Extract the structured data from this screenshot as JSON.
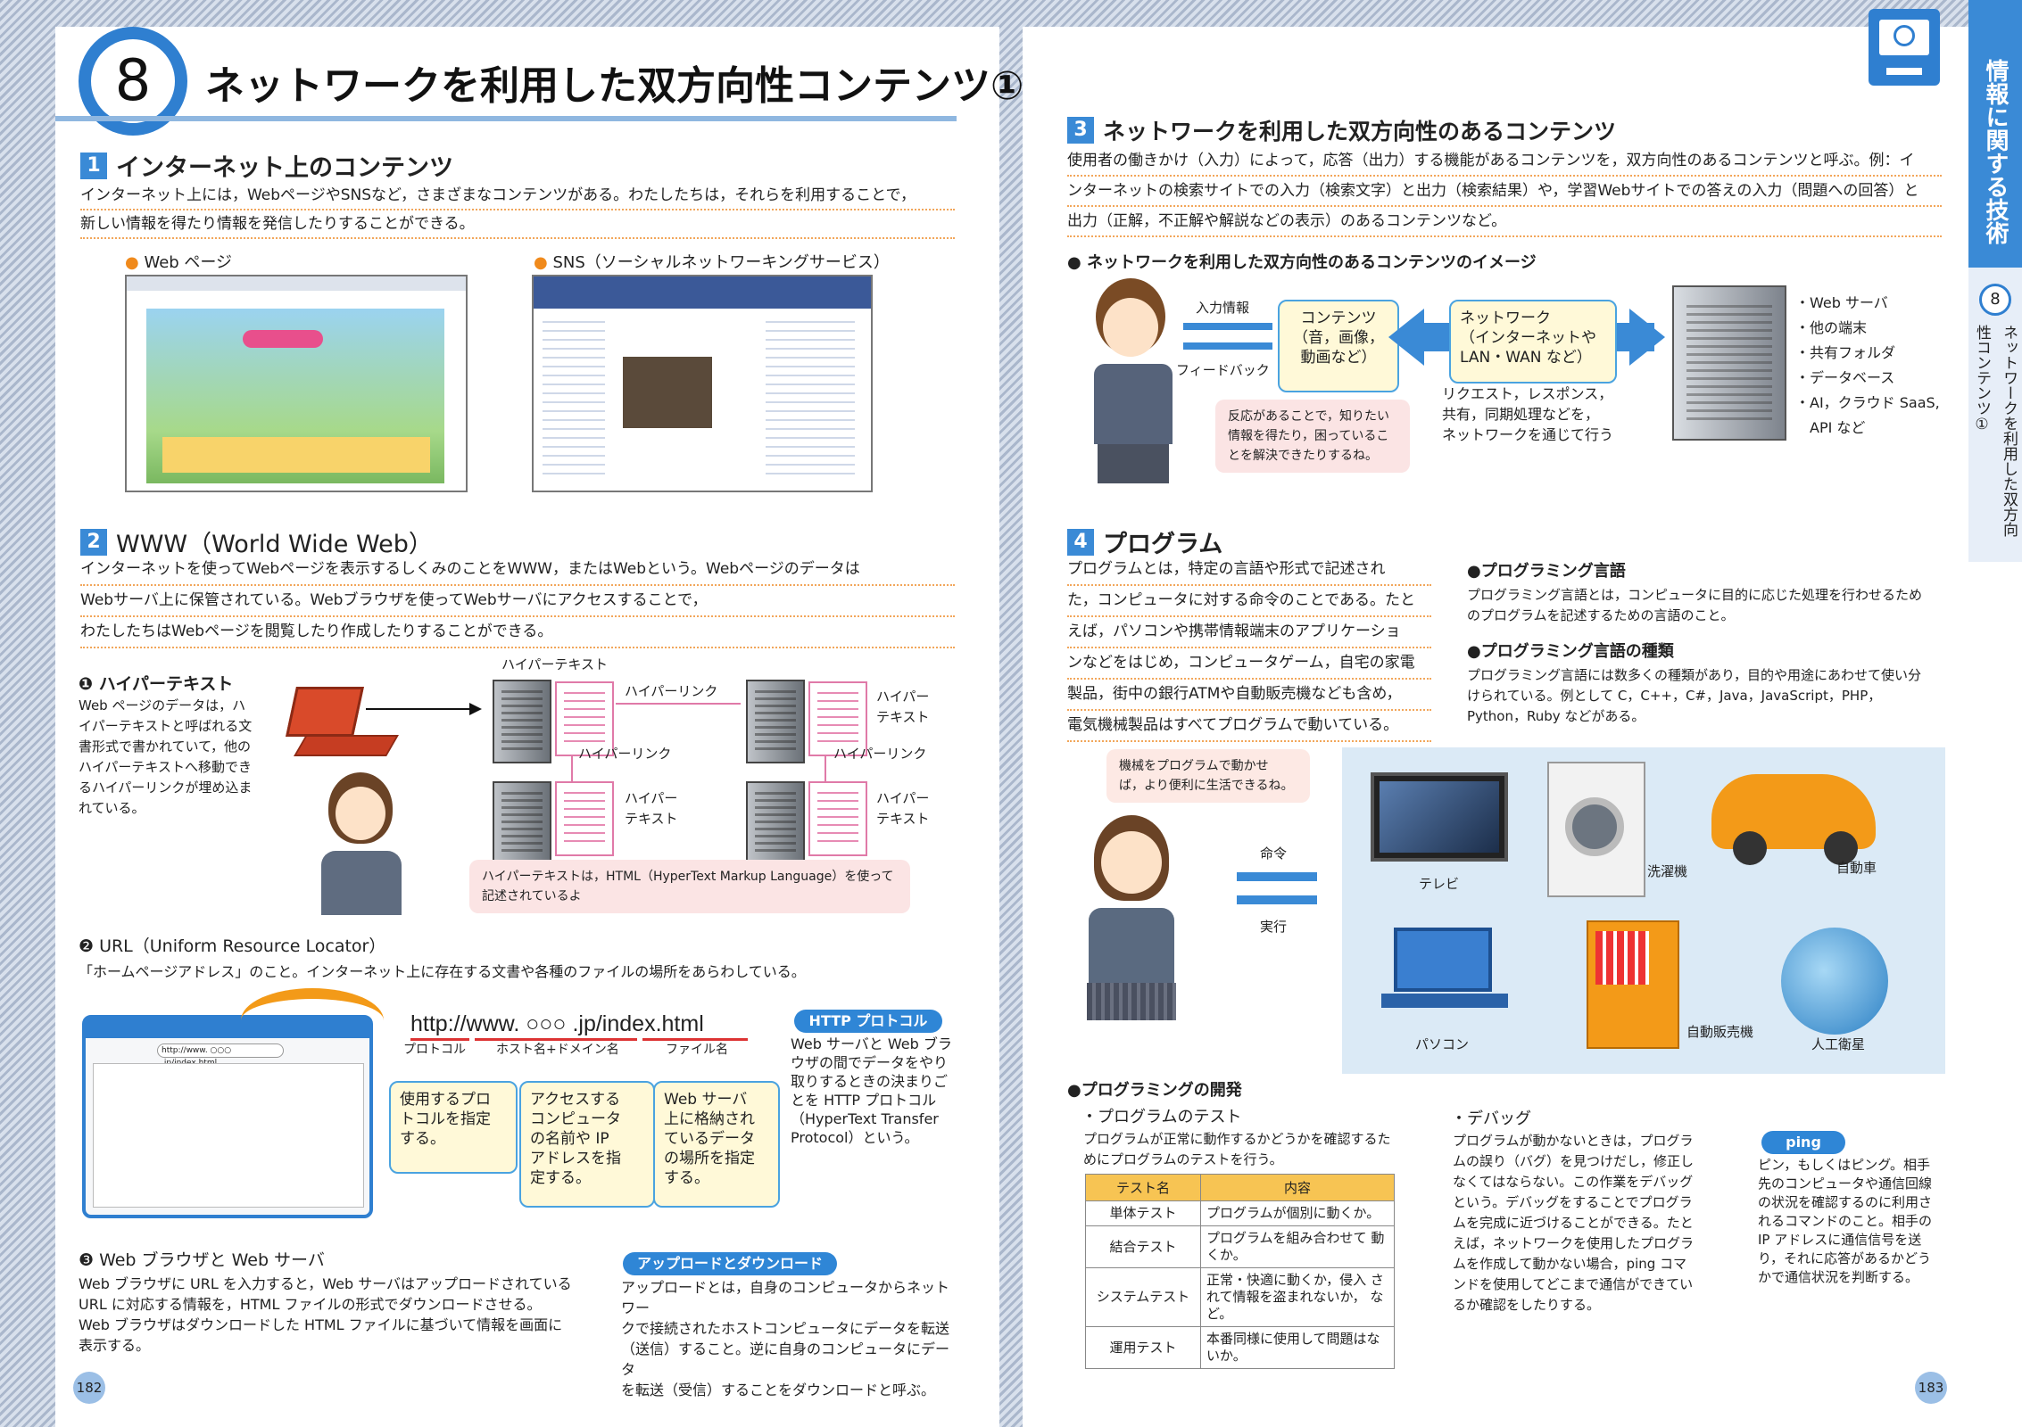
{
  "header": {
    "chapter_number": "8",
    "title": "ネットワークを利用した双方向性コンテンツ①"
  },
  "side_tab": {
    "category": "情報に関する技術",
    "chapter_number": "8",
    "chapter_title": "ネットワークを利用した双方向性コンテンツ①"
  },
  "section1": {
    "number": "1",
    "title": "インターネット上のコンテンツ",
    "lines": [
      "インターネット上には，WebページやSNSなど，さまざまなコンテンツがある。わたしたちは，それらを利用することで，",
      "新しい情報を得たり情報を発信したりすることができる。"
    ],
    "web_label": "Web ページ",
    "sns_label": "SNS（ソーシャルネットワーキングサービス）"
  },
  "section2": {
    "number": "2",
    "title": "WWW（World Wide Web）",
    "lines": [
      "インターネットを使ってWebページを表示するしくみのことをWWW，またはWebという。Webページのデータは",
      "Webサーバ上に保管されている。Webブラウザを使ってWebサーバにアクセスすることで，",
      "わたしたちはWebページを閲覧したり作成したりすることができる。"
    ],
    "hypertext": {
      "heading": "❶ ハイパーテキスト",
      "body_lines": [
        "Web ページのデータは，ハ",
        "イパーテキストと呼ばれる文",
        "書形式で書かれていて，他の",
        "ハイパーテキストへ移動でき",
        "るハイパーリンクが埋め込ま",
        "れている。"
      ],
      "label_hypertext_top": "ハイパーテキスト",
      "label_hyperlink_1": "ハイパーリンク",
      "label_hyperlink_2": "ハイパーリンク",
      "label_hyperlink_3": "ハイパーリンク",
      "label_ht_right_1": "ハイパー",
      "label_ht_right_2": "テキスト",
      "label_ht_mid_1": "ハイパー",
      "label_ht_mid_2": "テキスト",
      "label_ht_br_1": "ハイパー",
      "label_ht_br_2": "テキスト",
      "callout_1": "ハイパーテキストは，HTML（HyperText Markup Language）を使って",
      "callout_2": "記述されているよ"
    },
    "url": {
      "heading": "❷ URL（Uniform Resource Locator）",
      "desc": "「ホームページアドレス」のこと。インターネット上に存在する文書や各種のファイルの場所をあらわしている。",
      "browser_address": "http://www. ○○○ .jp/index.html",
      "url_text": "http://www. ○○○ .jp/index.html",
      "part_protocol": "プロトコル",
      "part_host": "ホスト名+ドメイン名",
      "part_file": "ファイル名",
      "box_protocol": [
        "使用するプロ",
        "トコルを指定",
        "する。"
      ],
      "box_host": [
        "アクセスする",
        "コンピュータ",
        "の名前や IP",
        "アドレスを指",
        "定する。"
      ],
      "box_file": [
        "Web サーバ",
        "上に格納され",
        "ているデータ",
        "の場所を指定",
        "する。"
      ],
      "http_pill": "HTTP プロトコル",
      "http_lines": [
        "Web サーバと Web ブラ",
        "ウザの間でデータをやり",
        "取りするときの決まりご",
        "とを HTTP プロトコル",
        "（HyperText Transfer",
        "Protocol）という。"
      ]
    },
    "browser_server": {
      "heading": "❸ Web ブラウザと Web サーバ",
      "lines": [
        "Web ブラウザに URL を入力すると，Web サーバはアップロードされている",
        "URL に対応する情報を，HTML ファイルの形式でダウンロードさせる。",
        "Web ブラウザはダウンロードした HTML ファイルに基づいて情報を画面に",
        "表示する。"
      ],
      "pill": "アップロードとダウンロード",
      "pill_lines": [
        "アップロードとは，自身のコンピュータからネットワー",
        "クで接続されたホストコンピュータにデータを転送",
        "（送信）すること。逆に自身のコンピュータにデータ",
        "を転送（受信）することをダウンロードと呼ぶ。"
      ]
    }
  },
  "section3": {
    "number": "3",
    "title": "ネットワークを利用した双方向性のあるコンテンツ",
    "lines": [
      "使用者の働きかけ（入力）によって，応答（出力）する機能があるコンテンツを，双方向性のあるコンテンツと呼ぶ。例：イ",
      "ンターネットの検索サイトでの入力（検索文字）と出力（検索結果）や，学習Webサイトでの答えの入力（問題への回答）と",
      "出力（正解，不正解や解説などの表示）のあるコンテンツなど。"
    ],
    "image_heading": "● ネットワークを利用した双方向性のあるコンテンツのイメージ",
    "input_label": "入力情報",
    "feedback_label": "フィードバック",
    "content_box": [
      "コンテンツ",
      "（音，画像，",
      "動画など）"
    ],
    "network_box": [
      "ネットワーク",
      "（インターネットや",
      "LAN・WAN など）"
    ],
    "request_lines": [
      "リクエスト，レスポンス，",
      "共有，同期処理などを，",
      "ネットワークを通じて行う"
    ],
    "callout_lines": [
      "反応があることで，知りたい",
      "情報を得たり，困っているこ",
      "とを解決できたりするね。"
    ],
    "server_list": [
      "・Web サーバ",
      "・他の端末",
      "・共有フォルダ",
      "・データベース",
      "・AI，クラウド SaaS,",
      "　API など"
    ]
  },
  "section4": {
    "number": "4",
    "title": "プログラム",
    "lines": [
      "プログラムとは，特定の言語や形式で記述され",
      "た，コンピュータに対する命令のことである。たと",
      "えば，パソコンや携帯情報端末のアプリケーショ",
      "ンなどをはじめ，コンピュータゲーム，自宅の家電",
      "製品，街中の銀行ATMや自動販売機なども含め，",
      "電気機械製品はすべてプログラムで動いている。"
    ],
    "lang_heading": "●プログラミング言語",
    "lang_lines": [
      "プログラミング言語とは，コンピュータに目的に応じた処理を行わせるため",
      "のプログラムを記述するための言語のこと。"
    ],
    "types_heading": "●プログラミング言語の種類",
    "types_lines": [
      "プログラミング言語には数多くの種類があり，目的や用途にあわせて使い分",
      "けられている。例として C，C++，C#，Java，JavaScript，PHP，",
      "Python，Ruby などがある。"
    ],
    "callout_lines": [
      "機械をプログラムで動かせ",
      "ば，より便利に生活できるね。"
    ],
    "command_label": "命令",
    "execute_label": "実行",
    "devices": {
      "tv": "テレビ",
      "washer": "洗濯機",
      "car": "自動車",
      "pc": "パソコン",
      "vending": "自動販売機",
      "satellite": "人工衛星"
    },
    "dev_heading": "●プログラミングの開発",
    "test_sub": "・プログラムのテスト",
    "test_lines": [
      "プログラムが正常に動作するかどうかを確認するた",
      "めにプログラムのテストを行う。"
    ],
    "table": {
      "headers": [
        "テスト名",
        "内容"
      ],
      "rows": [
        [
          "単体テスト",
          "プログラムが個別に動くか。"
        ],
        [
          "結合テスト",
          "プログラムを組み合わせて 動くか。"
        ],
        [
          "システムテスト",
          "正常・快適に動くか，侵入 されて情報を盗まれないか， など。"
        ],
        [
          "運用テスト",
          "本番同様に使用して問題はないか。"
        ]
      ]
    },
    "debug_sub": "・デバッグ",
    "debug_lines": [
      "プログラムが動かないときは，プログラ",
      "ムの誤り（バグ）を見つけだし，修正し",
      "なくてはならない。この作業をデバッグ",
      "という。デバッグをすることでプログラ",
      "ムを完成に近づけることができる。たと",
      "えば，ネットワークを使用したプログラ",
      "ムを作成して動かない場合，ping コマ",
      "ンドを使用してどこまで通信ができてい",
      "るか確認をしたりする。"
    ],
    "ping_pill": "ping",
    "ping_lines": [
      "ピン，もしくはピング。相手",
      "先のコンピュータや通信回線",
      "の状況を確認するのに利用さ",
      "れるコマンドのこと。相手の",
      "IP アドレスに通信信号を送",
      "り，それに応答があるかどう",
      "かで通信状況を判断する。"
    ]
  },
  "page_numbers": {
    "left": "182",
    "right": "183"
  },
  "colors": {
    "accent_blue": "#3a8ad6",
    "orange": "#f08a1c",
    "pink": "#e07aa8",
    "table_header": "#f7c453"
  }
}
